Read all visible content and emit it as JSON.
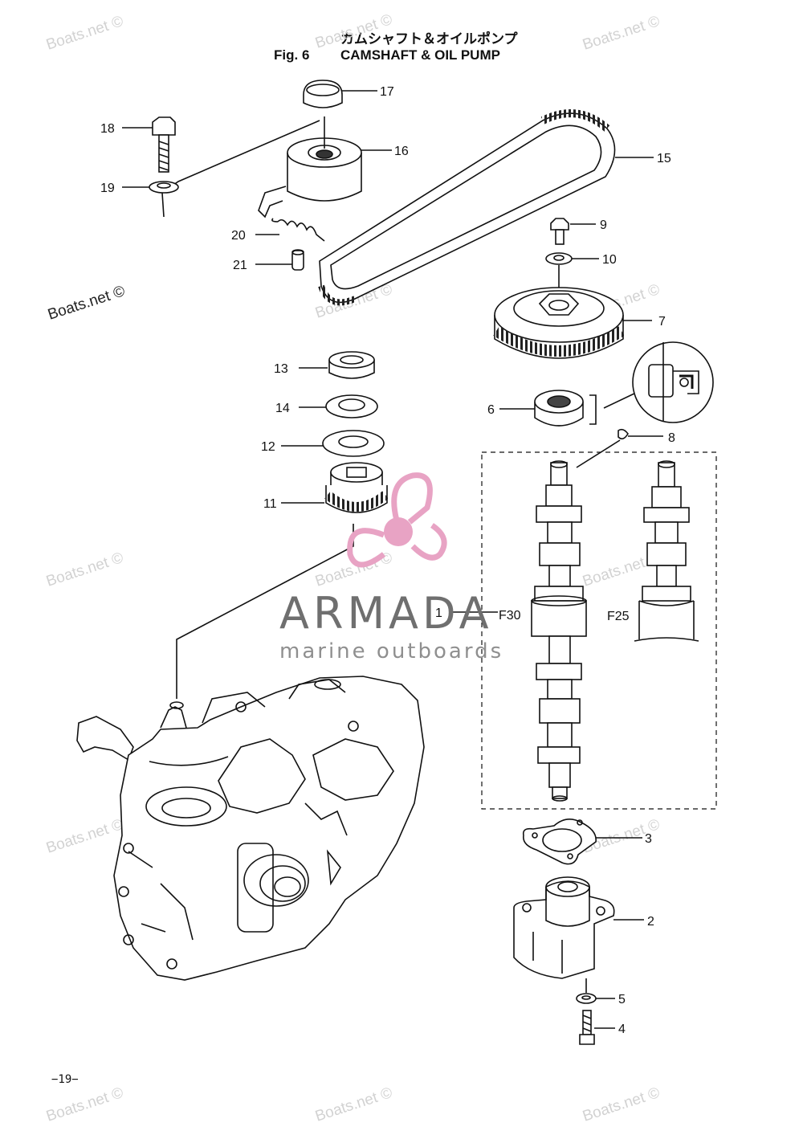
{
  "header": {
    "title_jp": "カムシャフト＆オイルポンプ",
    "fig_label": "Fig. 6",
    "title_en": "CAMSHAFT & OIL PUMP"
  },
  "callouts": [
    "1",
    "2",
    "3",
    "4",
    "5",
    "6",
    "7",
    "8",
    "9",
    "10",
    "11",
    "12",
    "13",
    "14",
    "15",
    "16",
    "17",
    "18",
    "19",
    "20",
    "21"
  ],
  "variants": {
    "f30": "F30",
    "f25": "F25"
  },
  "watermark": {
    "text": "Boats.net ©"
  },
  "brand": {
    "name": "ARMADA",
    "tagline": "marine outboards",
    "accent": "#e8a3c4"
  },
  "footer": {
    "page_number": "−19−"
  }
}
